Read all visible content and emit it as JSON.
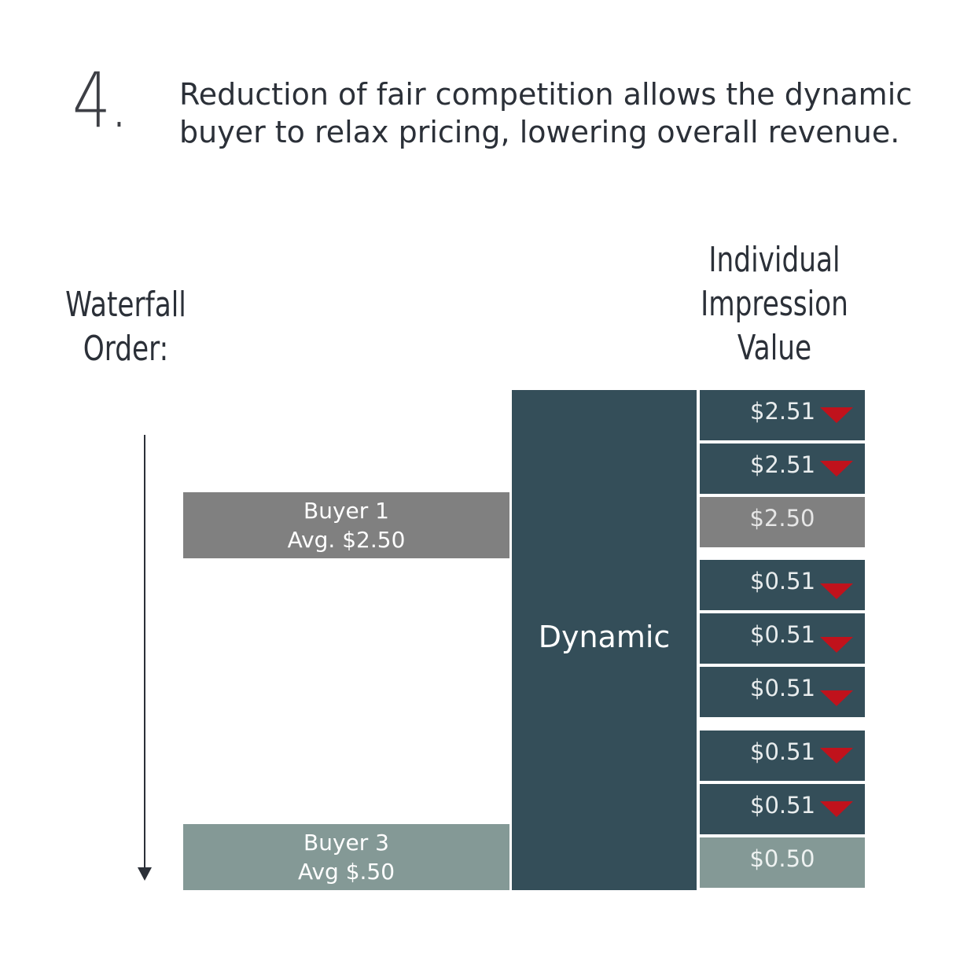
{
  "header": {
    "step_number": "4.",
    "headline_line1": "Reduction of fair competition allows the dynamic",
    "headline_line2": "buyer to relax pricing, lowering overall revenue."
  },
  "labels": {
    "waterfall_line1": "Waterfall",
    "waterfall_line2": "Order:",
    "impression_line1": "Individual",
    "impression_line2": "Impression",
    "impression_line3": "Value"
  },
  "buyers": [
    {
      "name": "Buyer 1",
      "avg": "Avg. $2.50"
    },
    {
      "name": "Buyer 3",
      "avg": "Avg $.50"
    }
  ],
  "dynamic_label": "Dynamic",
  "impressions": [
    {
      "value": "$2.51",
      "reduced": true
    },
    {
      "value": "$2.51",
      "reduced": true
    },
    {
      "value": "$2.50",
      "reduced": false
    },
    {
      "value": "$0.51",
      "reduced": true
    },
    {
      "value": "$0.51",
      "reduced": true
    },
    {
      "value": "$0.51",
      "reduced": true
    },
    {
      "value": "$0.51",
      "reduced": true
    },
    {
      "value": "$0.51",
      "reduced": true
    },
    {
      "value": "$0.50",
      "reduced": false
    }
  ],
  "colors": {
    "dynamic": "#344e59",
    "buyer_1": "#808080",
    "buyer_3": "#849996",
    "decrease_marker": "#c0121c",
    "text_dark": "#2b3038"
  },
  "icons": {
    "decrease_marker": "down-triangle-icon",
    "order_arrow": "down-arrow-icon"
  }
}
